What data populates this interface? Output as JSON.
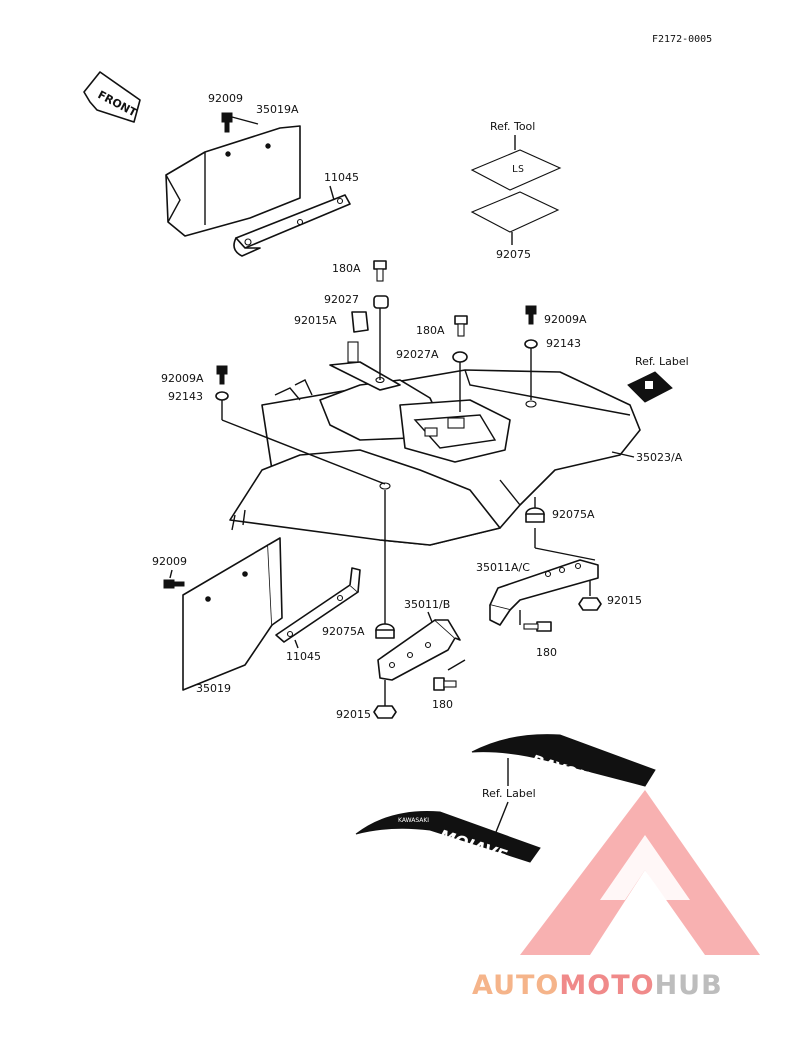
{
  "diagram_code": "F2172-0005",
  "front_arrow_label": "FRONT",
  "labels": {
    "top_left_bolt": "92009",
    "top_left_cover": "35019A",
    "top_left_bracket": "11045",
    "ref_tool": "Ref. Tool",
    "tool_bag": "92075",
    "bolt_180a_top": "180A",
    "collar_92027": "92027",
    "holder_92015a": "92015A",
    "bolt_180a_mid": "180A",
    "collar_92027a": "92027A",
    "bolt_92009a_right": "92009A",
    "washer_92143_right": "92143",
    "ref_label_small": "Ref. Label",
    "bolt_92009a_left": "92009A",
    "washer_92143_left": "92143",
    "fender": "35023/A",
    "damper_92075a_right": "92075A",
    "bracket_35011ac": "35011A/C",
    "nut_92015_right": "92015",
    "bolt_180_right": "180",
    "bolt_92009_bottom": "92009",
    "bracket_35011b": "35011/B",
    "damper_92075a_left": "92075A",
    "bracket_11045_bottom": "11045",
    "cover_35019": "35019",
    "nut_92015_bottom": "92015",
    "bolt_180_bottom": "180",
    "ref_label_decals": "Ref. Label"
  },
  "decals": {
    "upper": "BAYOU",
    "lower": "MOJAVE",
    "lower_small": "KAWASAKI"
  },
  "watermark": {
    "part1": "AUTO",
    "part2": "MOTO",
    "part3": "HUB",
    "color_orange": "#f5b48a",
    "color_red": "#f08a8a",
    "color_grey": "#bdbdbd"
  }
}
